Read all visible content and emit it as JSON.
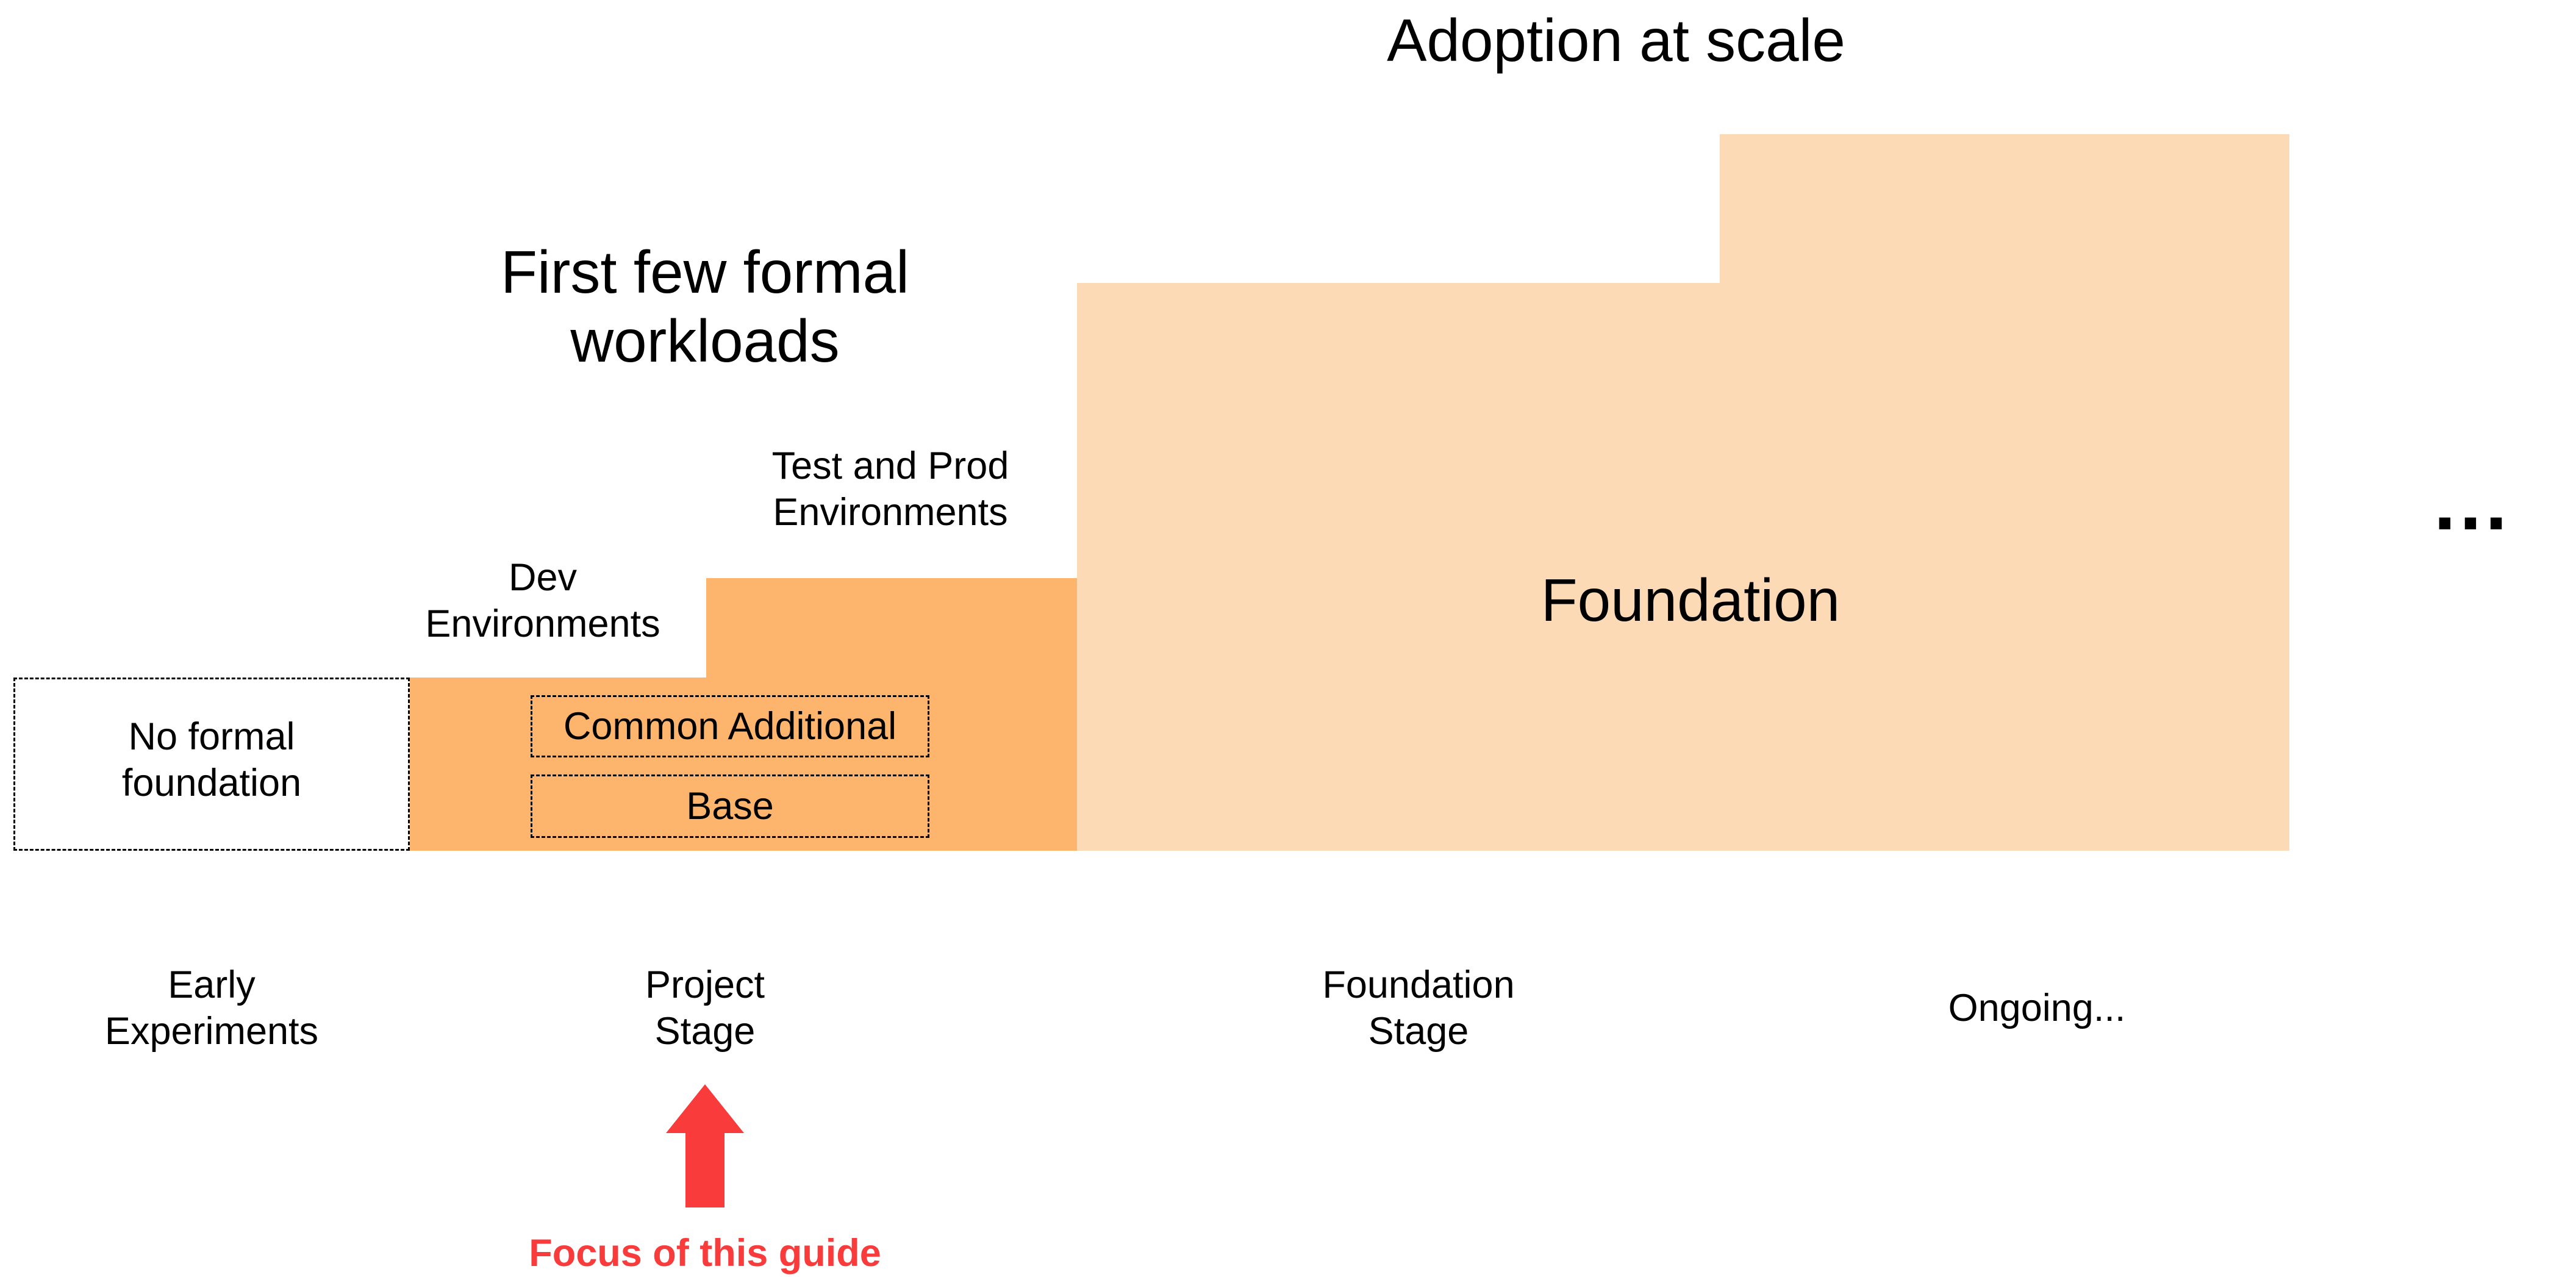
{
  "colors": {
    "project_block": "#FDB46C",
    "foundation_block": "#FDDAB6",
    "arrow": "#F93B3B",
    "focus_text": "#F93B3B"
  },
  "headings": {
    "adoption_at_scale": "Adoption at scale",
    "first_few_line1": "First few formal",
    "first_few_line2": "workloads"
  },
  "blocks": {
    "no_formal_line1": "No formal",
    "no_formal_line2": "foundation",
    "dev_env_line1": "Dev",
    "dev_env_line2": "Environments",
    "test_prod_line1": "Test and Prod",
    "test_prod_line2": "Environments",
    "common_additional": "Common Additional",
    "base": "Base",
    "foundation": "Foundation",
    "ellipsis": "..."
  },
  "stages": {
    "early_line1": "Early",
    "early_line2": "Experiments",
    "project_line1": "Project",
    "project_line2": "Stage",
    "foundation_line1": "Foundation",
    "foundation_line2": "Stage",
    "ongoing": "Ongoing..."
  },
  "focus": {
    "label": "Focus of this guide",
    "arrow_icon": "arrow-up-icon"
  }
}
